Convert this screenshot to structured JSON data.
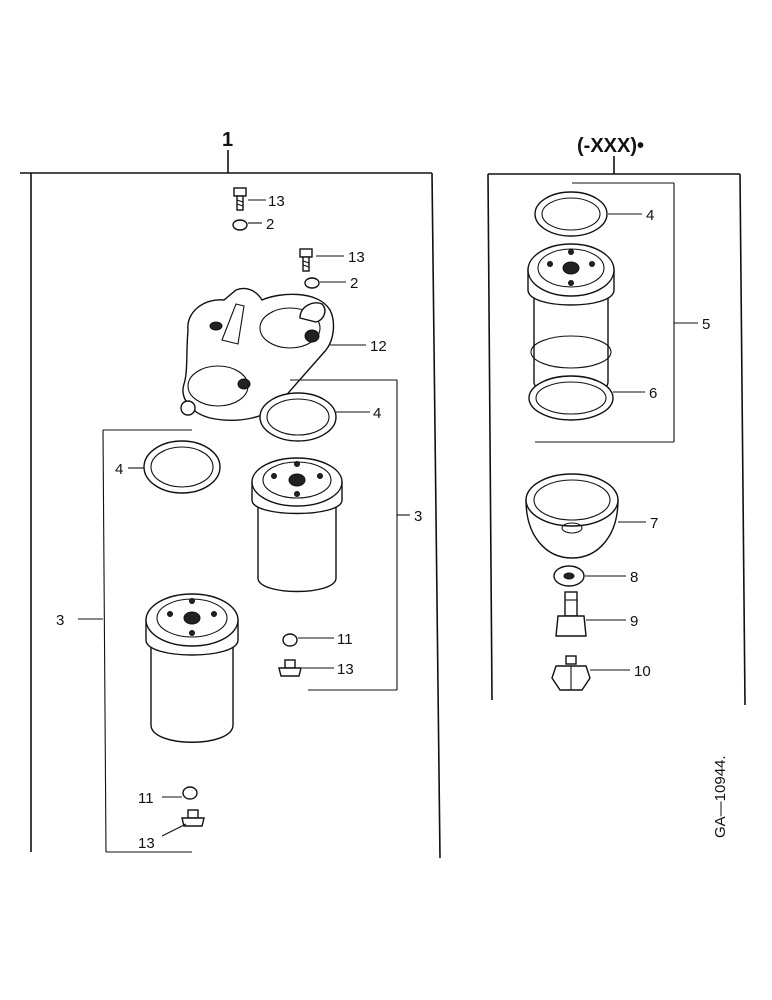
{
  "group_labels": {
    "main": "1",
    "variant": "(-XXX)•"
  },
  "callouts": {
    "bolt_top": "13",
    "oring_top": "2",
    "bolt_mid": "13",
    "oring_mid": "2",
    "head": "12",
    "gasket_right": "4",
    "gasket_left": "4",
    "filter_right": "3",
    "filter_left": "3",
    "washer_right": "11",
    "plug_right": "13",
    "washer_left": "11",
    "plug_left": "13",
    "v_gasket_top": "4",
    "v_assembly": "5",
    "v_gasket_bottom": "6",
    "v_bowl": "7",
    "v_washer": "8",
    "v_valve": "9",
    "v_nut": "10"
  },
  "reference": "GA—10944."
}
